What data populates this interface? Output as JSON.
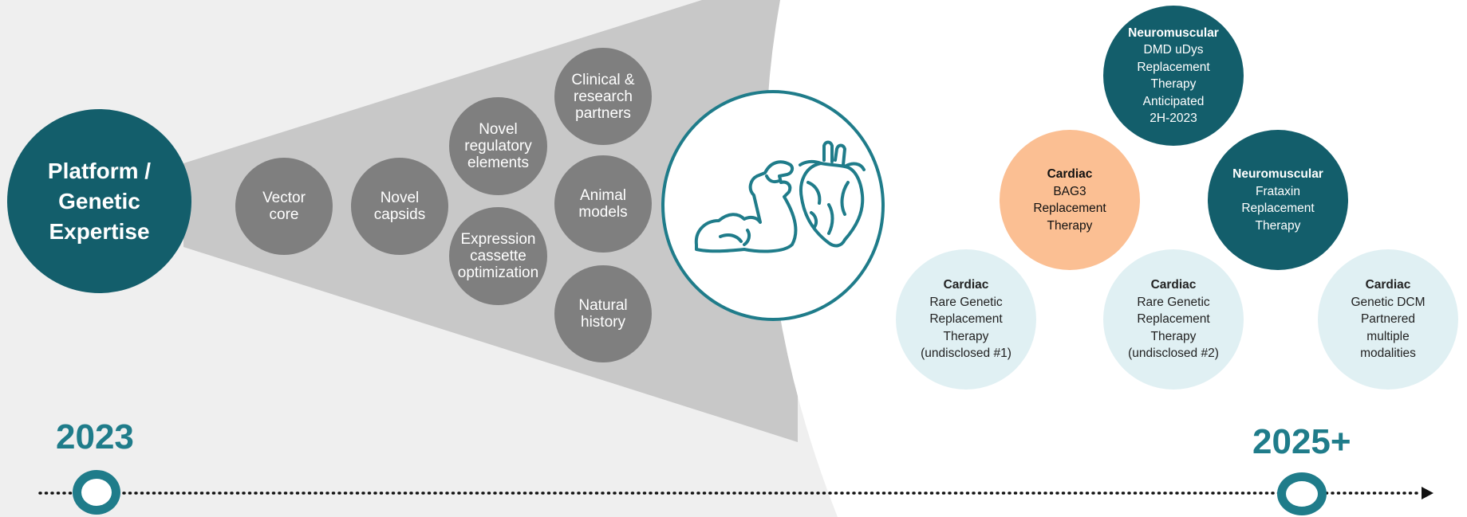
{
  "platform": {
    "label": "Platform /\nGenetic\nExpertise"
  },
  "capabilities": [
    {
      "id": "vector-core",
      "label": "Vector\ncore"
    },
    {
      "id": "novel-capsids",
      "label": "Novel\ncapsids"
    },
    {
      "id": "novel-regulatory-elements",
      "label": "Novel\nregulatory\nelements"
    },
    {
      "id": "expression-cassette-optimization",
      "label": "Expression\ncassette\noptimization"
    },
    {
      "id": "clinical-research-partners",
      "label": "Clinical &\nresearch\npartners"
    },
    {
      "id": "animal-models",
      "label": "Animal\nmodels"
    },
    {
      "id": "natural-history",
      "label": "Natural\nhistory"
    }
  ],
  "focus_icons": {
    "muscle": "flexed-arm-icon",
    "heart": "anatomical-heart-icon"
  },
  "programs": [
    {
      "id": "neuromuscular-dmd",
      "category": "Neuromuscular",
      "description": "DMD uDys\nReplacement\nTherapy\nAnticipated\n2H-2023",
      "style": "dark"
    },
    {
      "id": "cardiac-bag3",
      "category": "Cardiac",
      "description": "BAG3\nReplacement\nTherapy",
      "style": "orange"
    },
    {
      "id": "neuromuscular-frataxin",
      "category": "Neuromuscular",
      "description": "Frataxin\nReplacement\nTherapy",
      "style": "dark"
    },
    {
      "id": "cardiac-undisclosed-1",
      "category": "Cardiac",
      "description": "Rare Genetic\nReplacement\nTherapy\n(undisclosed #1)",
      "style": "light"
    },
    {
      "id": "cardiac-undisclosed-2",
      "category": "Cardiac",
      "description": "Rare Genetic\nReplacement\nTherapy\n(undisclosed #2)",
      "style": "light"
    },
    {
      "id": "cardiac-genetic-dcm",
      "category": "Cardiac",
      "description": "Genetic DCM\nPartnered\nmultiple\nmodalities",
      "style": "light"
    }
  ],
  "timeline": {
    "start_label": "2023",
    "end_label": "2025+"
  },
  "colors": {
    "teal_dark": "#135e6b",
    "teal_accent": "#1f7c8a",
    "gray_circle": "#7f7f7f",
    "funnel": "#c8c8c8",
    "background_left": "#efefef",
    "light_program": "#e0f0f3",
    "orange_program": "#fbbf93"
  }
}
